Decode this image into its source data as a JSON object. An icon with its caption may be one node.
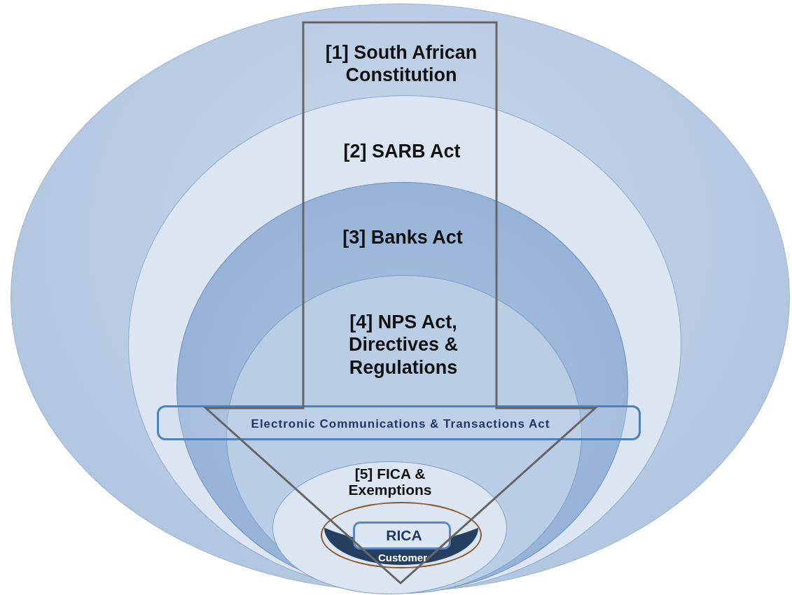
{
  "diagram": {
    "nodes": [
      {
        "text": [
          "[1] South African Constitution"
        ]
      },
      {
        "text": [
          "[2] SARB Act"
        ],
        "in": 0
      },
      {
        "text": [
          "[3] Banks Act"
        ],
        "in": 1
      },
      {
        "text": [
          "[4] NPS Act, Directives & Regulations"
        ],
        "in": 2
      },
      {
        "text": [
          "Electronic Communications & Transactions Act"
        ],
        "in": 1
      },
      {
        "text": [
          "[5] FICA & Exemptions"
        ],
        "in": 3
      },
      {
        "text": [
          "Customer"
        ],
        "in": 5
      },
      {
        "text": [
          "RICA"
        ],
        "in": 6
      }
    ],
    "edges": []
  }
}
